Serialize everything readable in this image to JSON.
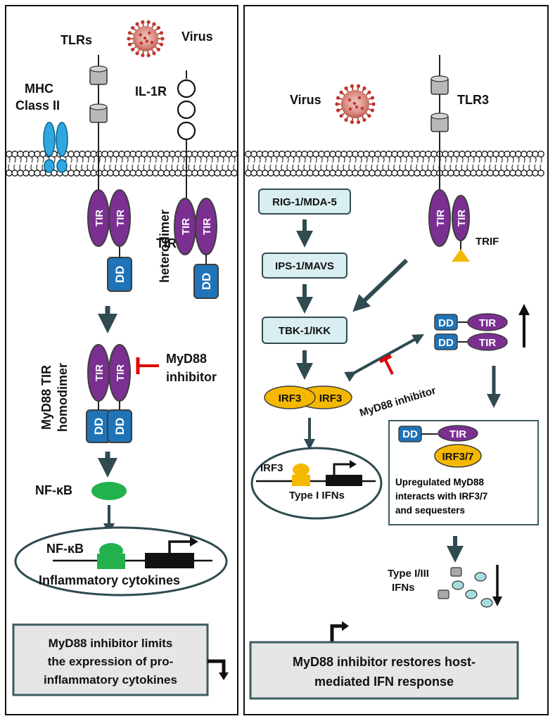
{
  "colors": {
    "tir": "#7b2f91",
    "dd": "#1f73b6",
    "irf": "#f5b800",
    "nfkb": "#22b14c",
    "mhc": "#2fa8e0",
    "virus": "#c0352b",
    "inhibitor": "#e10000",
    "box_fill": "#d9eef0",
    "arrow": "#2f4a50"
  },
  "left": {
    "tlrs": "TLRs",
    "virus": "Virus",
    "mhc_line1": "MHC",
    "mhc_line2": "Class II",
    "il1r": "IL-1R",
    "tir": "TIR",
    "dd": "DD",
    "tir_hetero_line1": "TIR",
    "tir_hetero_line2": "heterodimer",
    "myd88_homo_line1": "MyD88 TIR",
    "myd88_homo_line2": "homodimer",
    "inhibitor_line1": "MyD88",
    "inhibitor_line2": "inhibitor",
    "nfkb": "NF-κB",
    "nucleus_nfkb": "NF-κB",
    "cytokines": "Inflammatory cytokines",
    "summary_line1": "MyD88 inhibitor limits",
    "summary_line2": "the expression of pro-",
    "summary_line3": "inflammatory cytokines"
  },
  "right": {
    "virus": "Virus",
    "tlr3": "TLR3",
    "rig": "RIG-1/MDA-5",
    "ips": "IPS-1/MAVS",
    "tbk": "TBK-1/IKK",
    "trif": "TRIF",
    "tir": "TIR",
    "dd": "DD",
    "irf3_a": "IRF3",
    "irf3_b": "IRF3",
    "inhibitor": "MyD88 inhibitor",
    "nucleus_irf3": "IRF3",
    "type1": "Type I IFNs",
    "irf37": "IRF3/7",
    "upreg_line1": "Upregulated MyD88",
    "upreg_line2": "interacts with IRF3/7",
    "upreg_line3": "and sequesters",
    "ifn_line1": "Type I/III",
    "ifn_line2": "IFNs",
    "summary_line1": "MyD88 inhibitor restores host-",
    "summary_line2": "mediated IFN response"
  }
}
